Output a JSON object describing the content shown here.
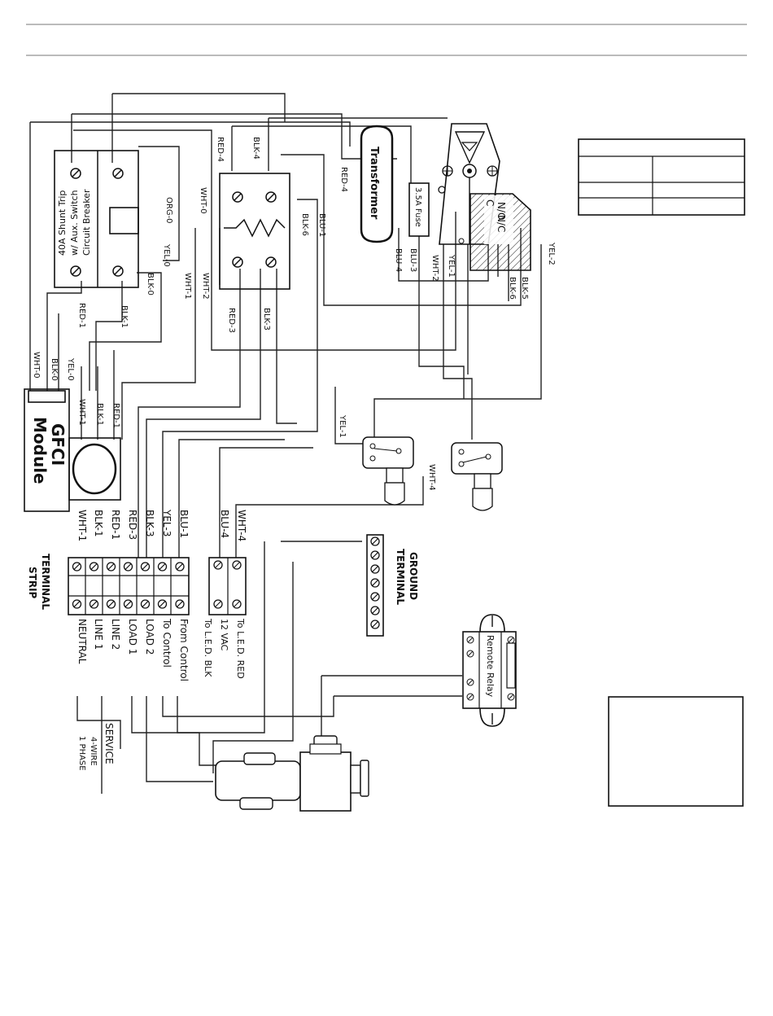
{
  "breaker": {
    "line1": "40A Shunt Trip",
    "line2": "w/ Aux. Switch",
    "line3": "Circuit Breaker"
  },
  "gfci": {
    "line1": "GFCI",
    "line2": "Module"
  },
  "transformer": {
    "label": "Transformer"
  },
  "fuse": {
    "label": "3.5A Fuse"
  },
  "switch_contacts": {
    "no": "N/O",
    "c": "C",
    "nc": "N/C"
  },
  "terminal_strip": {
    "line1": "TERMINAL",
    "line2": "STRIP",
    "top_wires": [
      "WHT-1",
      "BLK-1",
      "RED-1",
      "RED-3",
      "BLK-3",
      "YEL-3",
      "BLU-1"
    ],
    "bottom_labels": [
      "NEUTRAL",
      "LINE 1",
      "LINE 2",
      "LOAD 1",
      "LOAD 2",
      "To Control",
      "From Control"
    ]
  },
  "led_terminal": {
    "top_wires": [
      "BLU-4",
      "WHT-4"
    ],
    "bottom_labels": [
      "To L.E.D. BLK",
      "12 VAC",
      "To L.E.D. RED"
    ]
  },
  "ground_terminal": {
    "line1": "GROUND",
    "line2": "TERMINAL"
  },
  "remote_relay": {
    "label": "Remote Relay"
  },
  "service": {
    "line1": "SERVICE",
    "line2": "4-WIRE",
    "line3": "1 PHASE"
  },
  "wire_labels": {
    "wht0_top": "WHT-0",
    "red4_top": "RED-4",
    "blk4": "BLK-4",
    "red4_side": "RED-4",
    "org0": "ORG-0",
    "yel0_breaker": "YEL-0",
    "blk0_breaker": "BLK-0",
    "blk1_breaker": "BLK-1",
    "red1_breaker": "RED-1",
    "wht1_left": "WHT-1",
    "wht2": "WHT-2",
    "red3": "RED-3",
    "blk3": "BLK-3",
    "blk6_heater": "BLK-6",
    "blu1_heater": "BLU-1",
    "blu4": "BLU-4",
    "blu3": "BLU-3",
    "wht2_switch": "WHT-2",
    "yel1_switch": "YEL-1",
    "blk6_switch": "BLK-6",
    "blk5": "BLK-5",
    "yel2": "YEL-2",
    "wht0_gfci": "WHT-0",
    "blk0_gfci": "BLK-0",
    "yel0_gfci": "YEL-0",
    "wht1_gfci": "WHT-1",
    "blk1_gfci": "BLK-1",
    "red1_gfci": "RED-1",
    "yel1_micro": "YEL-1",
    "wht4_micro": "WHT-4"
  }
}
